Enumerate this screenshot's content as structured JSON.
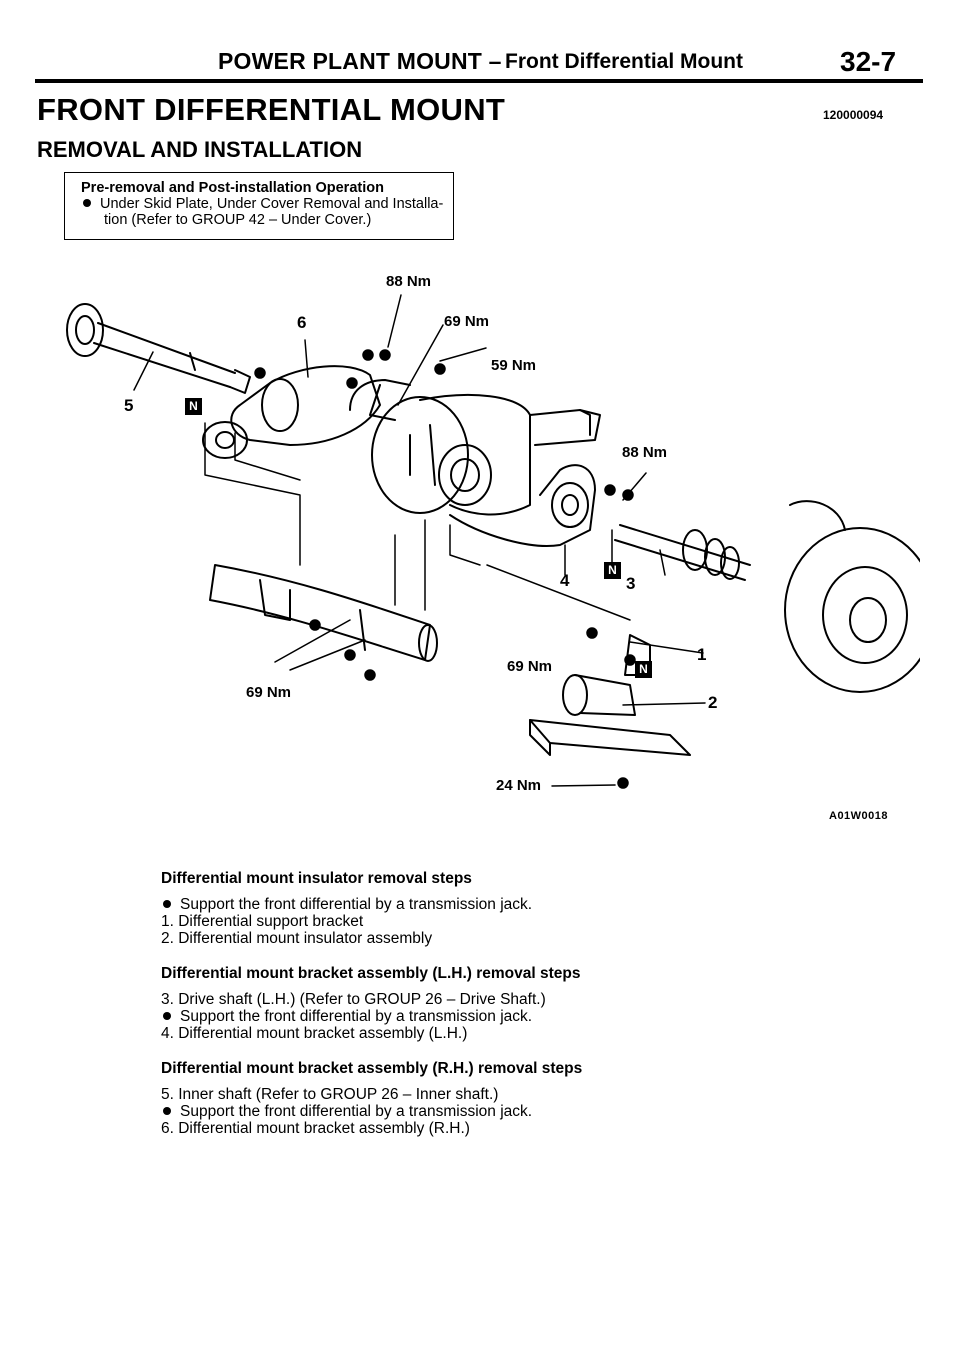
{
  "header": {
    "section": "POWER PLANT MOUNT –",
    "topic": "Front Differential Mount",
    "page_number": "32-7"
  },
  "title": "FRONT DIFFERENTIAL MOUNT",
  "doc_code": "120000094",
  "subtitle": "REMOVAL AND INSTALLATION",
  "pre_operation": {
    "heading": "Pre-removal and Post-installation Operation",
    "line1": "Under Skid Plate, Under Cover Removal and Installa-",
    "line2": "tion (Refer to GROUP 42 – Under Cover.)"
  },
  "diagram": {
    "torque_labels": [
      "88 Nm",
      "69 Nm",
      "59 Nm",
      "88 Nm",
      "69 Nm",
      "69 Nm",
      "24 Nm"
    ],
    "callouts": [
      "6",
      "5",
      "4",
      "3",
      "1",
      "2"
    ],
    "marker_symbol": "N",
    "figure_code": "A01W0018"
  },
  "steps": {
    "group1": {
      "heading": "Differential mount insulator removal steps",
      "lines": [
        "Support the front differential by a transmission jack.",
        "1. Differential support bracket",
        "2. Differential mount insulator assembly"
      ]
    },
    "group2": {
      "heading": "Differential mount bracket assembly (L.H.) removal steps",
      "lines": [
        "3. Drive shaft (L.H.) (Refer to GROUP 26 – Drive Shaft.)",
        "Support the front differential by a transmission jack.",
        "4. Differential mount bracket assembly (L.H.)"
      ]
    },
    "group3": {
      "heading": "Differential mount bracket assembly (R.H.) removal steps",
      "lines": [
        "5. Inner shaft (Refer to GROUP 26 – Inner shaft.)",
        "Support the front differential by a transmission jack.",
        "6. Differential mount bracket assembly (R.H.)"
      ]
    }
  }
}
